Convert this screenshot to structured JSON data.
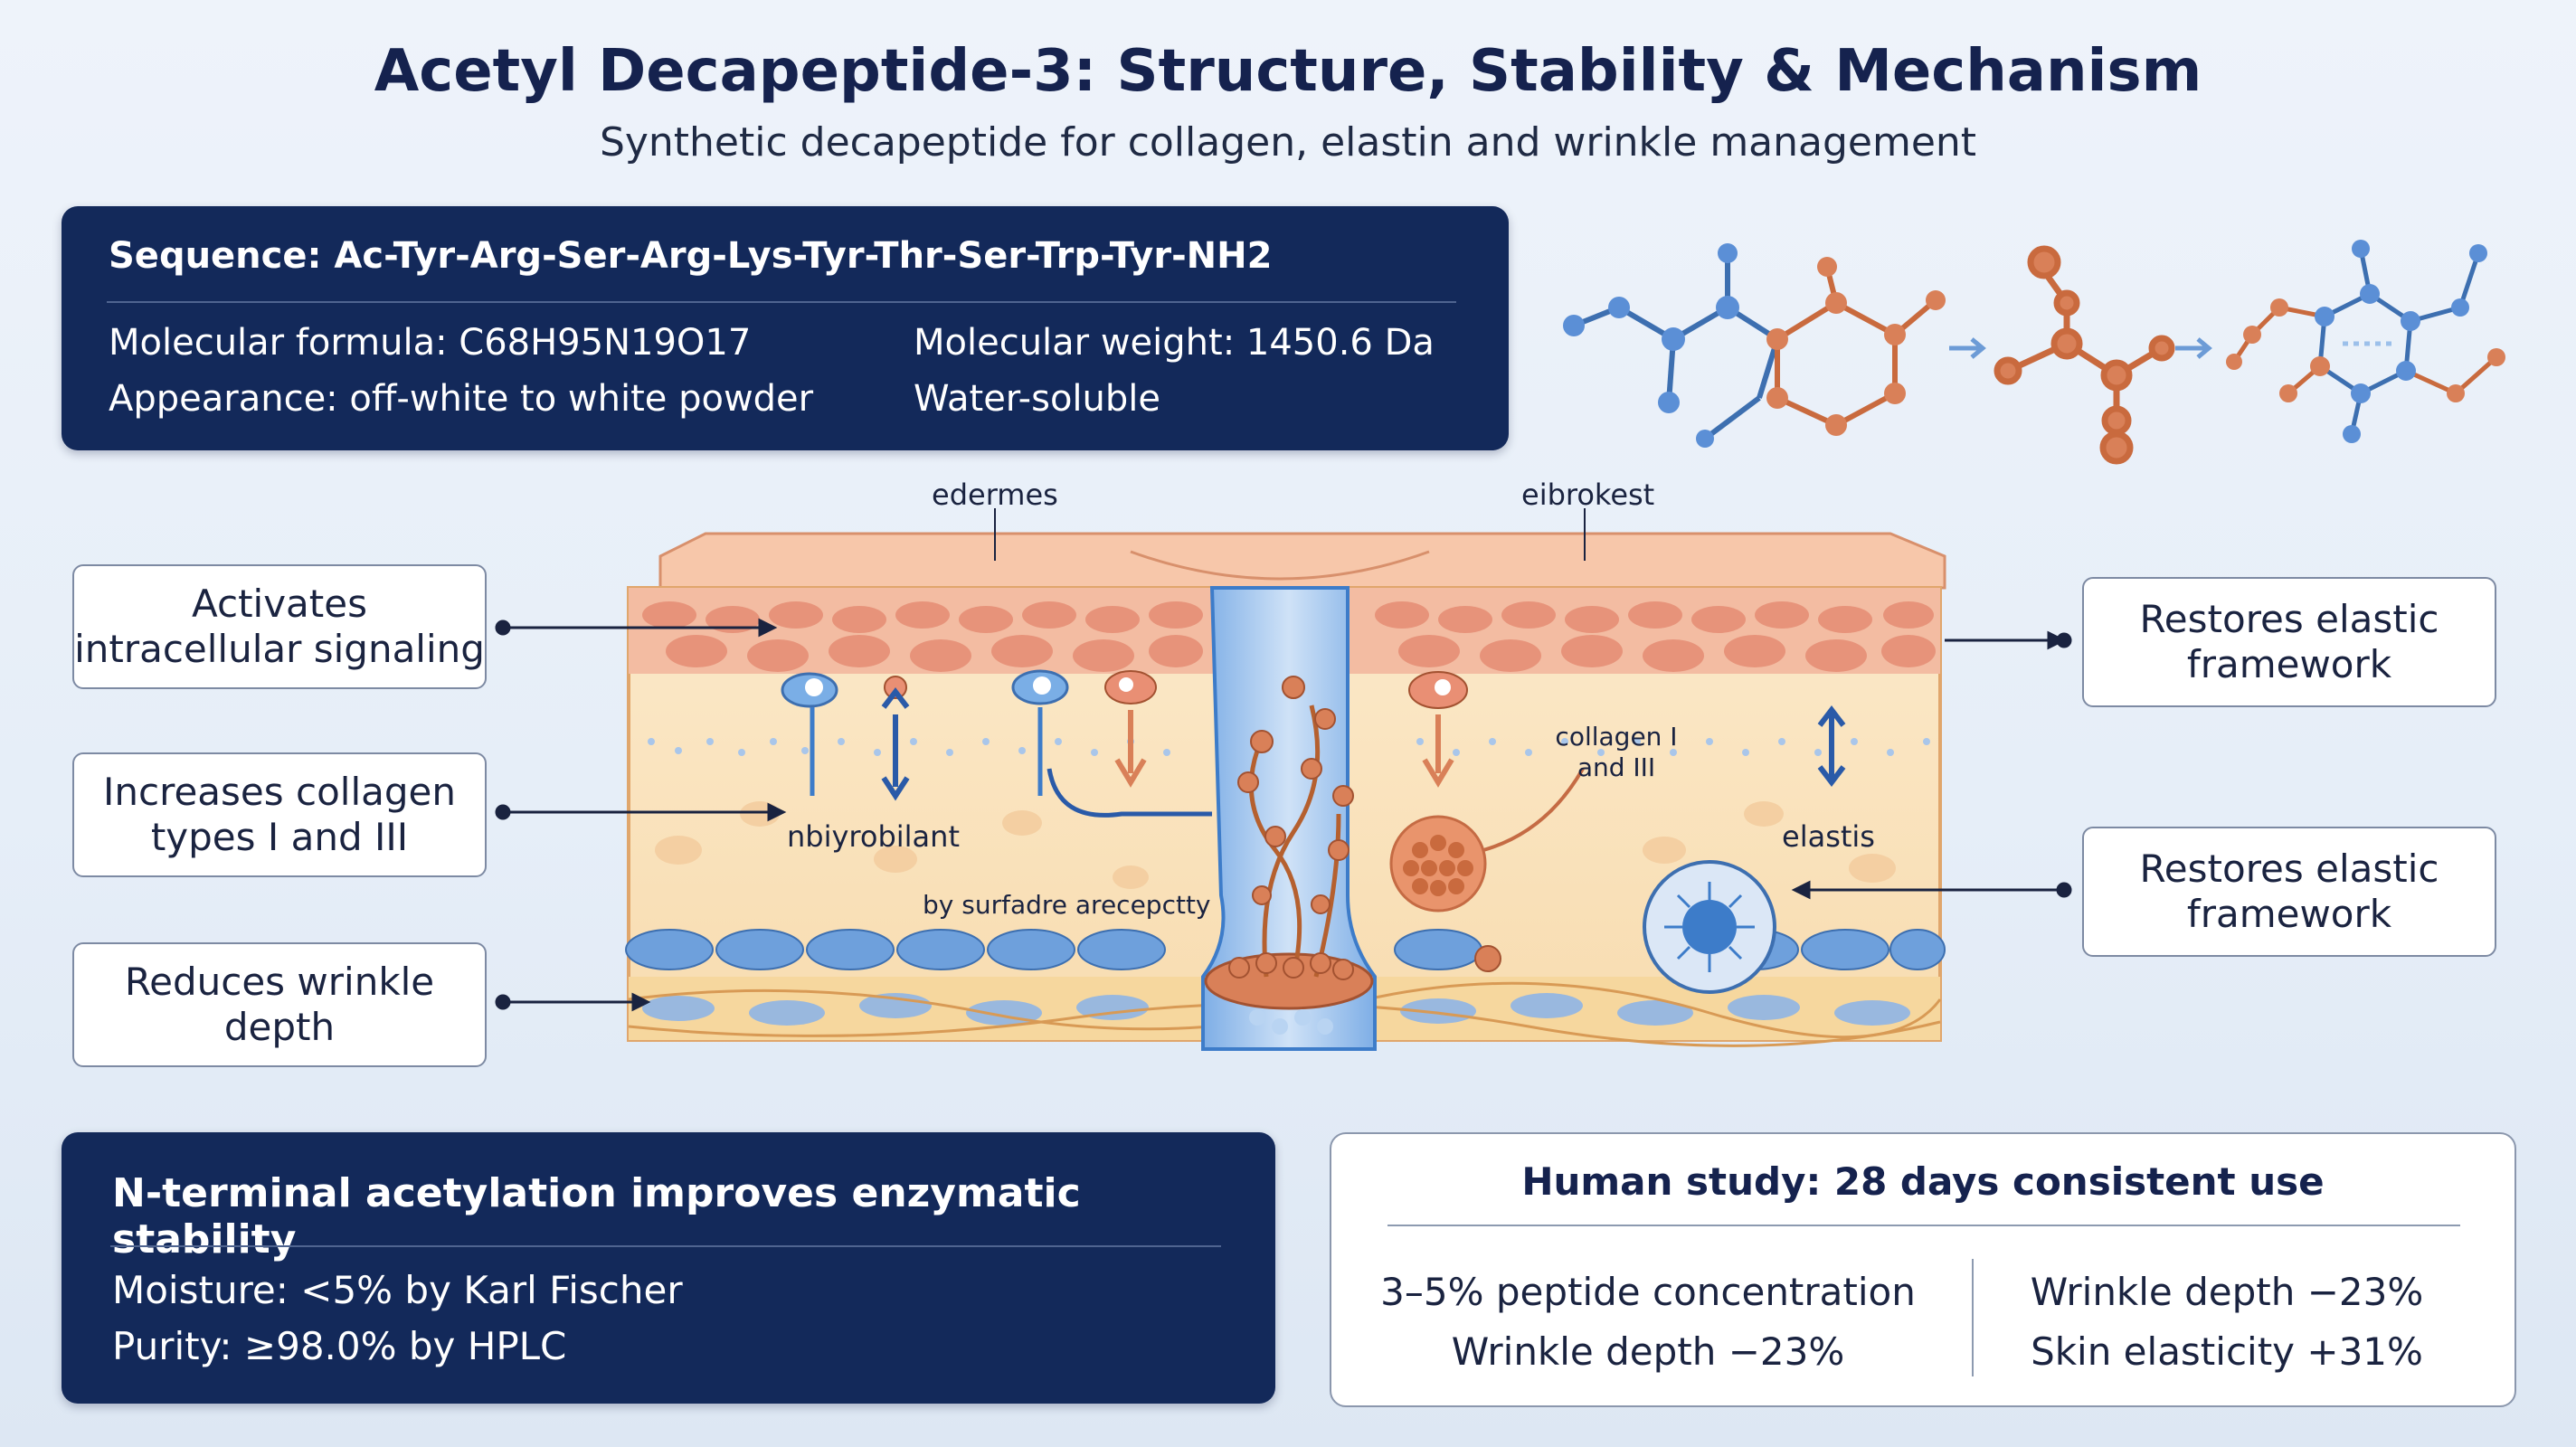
{
  "header": {
    "title": "Acetyl Decapeptide-3: Structure, Stability & Mechanism",
    "subtitle": "Synthetic decapeptide for collagen, elastin and wrinkle management"
  },
  "properties": {
    "sequence": "Sequence: Ac-Tyr-Arg-Ser-Arg-Lys-Tyr-Thr-Ser-Trp-Tyr-NH2",
    "formula": "Molecular formula: C68H95N19O17",
    "weight": "Molecular weight: 1450.6 Da",
    "appearance": "Appearance: off-white to white powder",
    "solubility": "Water-soluble"
  },
  "diagram_labels": {
    "top_left": "edermes",
    "top_right": "eibrokest",
    "fibroblast": "nbiyrobilant",
    "surface": "by surfadre arecepctty",
    "collagen": "collagen I and III",
    "elastin": "elastis"
  },
  "callouts": {
    "left": [
      "Activates intracellular signaling",
      "Increases collagen types I and III",
      "Reduces wrinkle depth"
    ],
    "right": [
      "Restores elastic framework",
      "Restores elastic framework"
    ]
  },
  "stability": {
    "heading": "N-terminal acetylation improves enzymatic stability",
    "moisture": "Moisture: <5% by Karl Fischer",
    "purity": "Purity: ≥98.0% by HPLC"
  },
  "study": {
    "heading": "Human study: 28 days consistent use",
    "left_1": "3–5% peptide concentration",
    "left_2": "Wrinkle depth −23%",
    "right_1": "Wrinkle depth −23%",
    "right_2": "Skin elasticity +31%"
  },
  "colors": {
    "navy": "#13295a",
    "skin_top": "#f4c4a8",
    "cell": "#e98f74",
    "dermis": "#fbe5c2",
    "blue_accent": "#3d7cc9",
    "copper": "#c96a3e"
  }
}
